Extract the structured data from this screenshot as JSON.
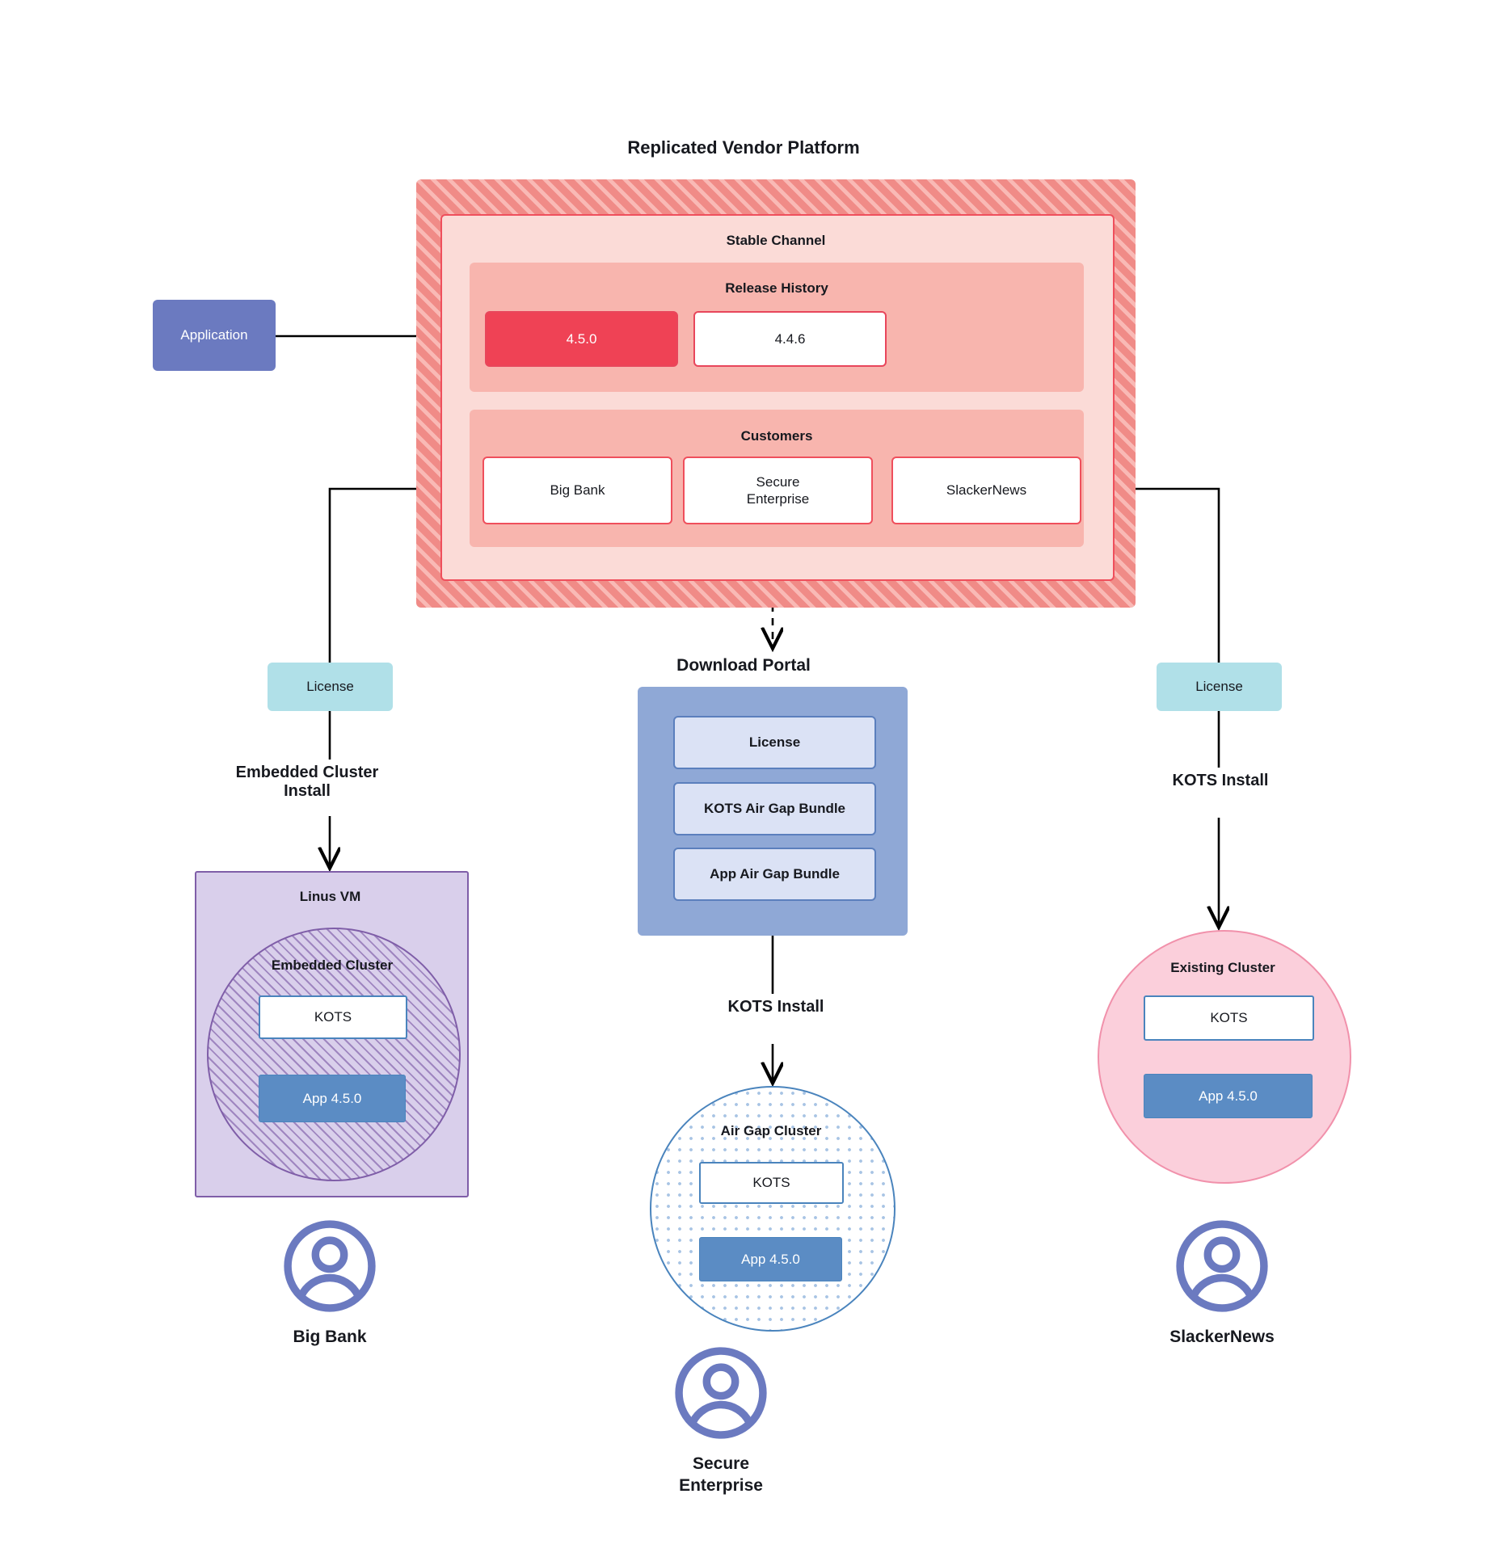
{
  "platform": {
    "title": "Replicated Vendor Platform",
    "channel_title": "Stable Channel",
    "release_history_title": "Release History",
    "releases": [
      {
        "version": "4.5.0",
        "state": "current"
      },
      {
        "version": "4.4.6",
        "state": "previous"
      }
    ],
    "customers_title": "Customers",
    "customers": [
      "Big Bank",
      "Secure\nEnterprise",
      "SlackerNews"
    ]
  },
  "application": {
    "label": "Application"
  },
  "licenses": {
    "left_label": "License",
    "right_label": "License"
  },
  "install_labels": {
    "embedded": "Embedded Cluster\nInstall",
    "kots_right": "KOTS Install",
    "kots_middle": "KOTS Install"
  },
  "linus_vm": {
    "title": "Linus VM",
    "cluster_title": "Embedded Cluster",
    "kots": "KOTS",
    "app": "App 4.5.0"
  },
  "download_portal": {
    "title": "Download  Portal",
    "items": [
      "License",
      "KOTS Air Gap Bundle",
      "App Air Gap Bundle"
    ]
  },
  "air_gap_cluster": {
    "title": "Air Gap Cluster",
    "kots": "KOTS",
    "app": "App 4.5.0"
  },
  "existing_cluster": {
    "title": "Existing Cluster",
    "kots": "KOTS",
    "app": "App 4.5.0"
  },
  "personas": [
    {
      "name": "Big Bank",
      "icon": "user-avatar-icon"
    },
    {
      "name": "Secure\nEnterprise",
      "icon": "user-avatar-icon"
    },
    {
      "name": "SlackerNews",
      "icon": "user-avatar-icon"
    }
  ],
  "colors": {
    "platform_stripe_base": "#f08b87",
    "platform_stripe_light": "#f9b9b5",
    "channel_bg": "#fbdbd7",
    "release_bg": "#f8b5ae",
    "release_current": "#ef4255",
    "accent_red": "#ef4f5c",
    "application_blue": "#6b7ac0",
    "license_teal": "#b0e0e8",
    "portal_blue": "#8fa8d6",
    "portal_item_bg": "#dbe2f5",
    "app_blue": "#5b8cc4",
    "vm_purple": "#d9cfeb",
    "vm_purple_border": "#7f5ea8",
    "existing_pink": "#fbcfdb",
    "existing_pink_border": "#f191ab",
    "kots_border_blue": "#4a84bd"
  }
}
